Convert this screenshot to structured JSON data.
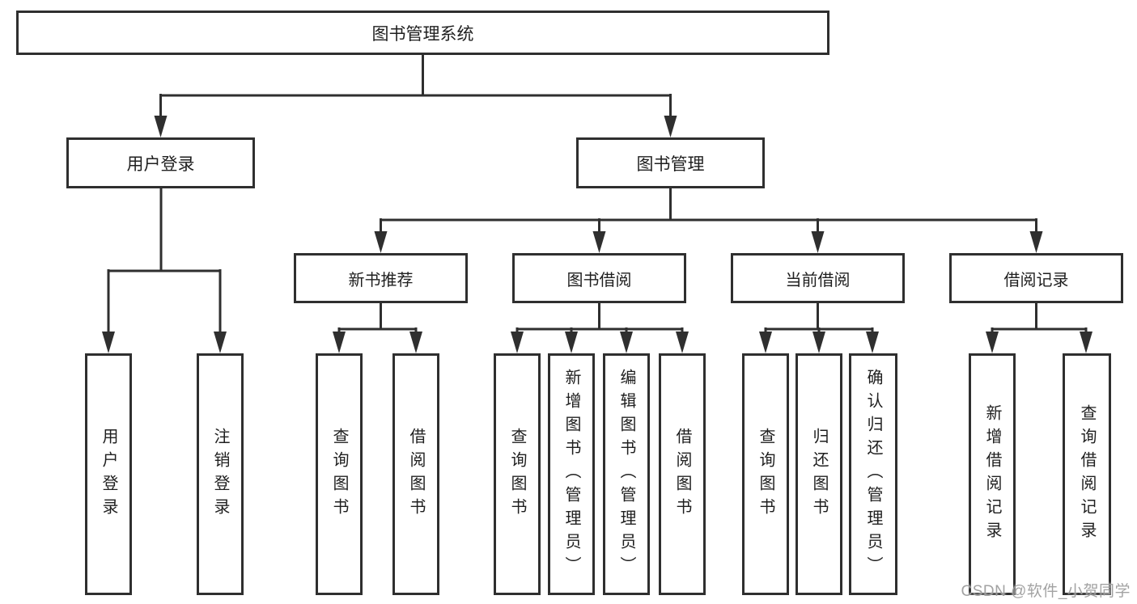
{
  "colors": {
    "line": "#2f2f2f",
    "box_border": "#2f2f2f",
    "box_fill": "#ffffff",
    "text": "#1f1f1f",
    "watermark": "#9a9a9a"
  },
  "tree": {
    "root": {
      "label": "图书管理系统"
    },
    "level2": [
      {
        "label": "用户登录",
        "children": [
          {
            "label": "用户登录"
          },
          {
            "label": "注销登录"
          }
        ]
      },
      {
        "label": "图书管理",
        "children": [
          {
            "label": "新书推荐",
            "children": [
              {
                "label": "查询图书"
              },
              {
                "label": "借阅图书"
              }
            ]
          },
          {
            "label": "图书借阅",
            "children": [
              {
                "label": "查询图书"
              },
              {
                "label": "新增图书（管理员）"
              },
              {
                "label": "编辑图书（管理员）"
              },
              {
                "label": "借阅图书"
              }
            ]
          },
          {
            "label": "当前借阅",
            "children": [
              {
                "label": "查询图书"
              },
              {
                "label": "归还图书"
              },
              {
                "label": "确认归还（管理员）"
              }
            ]
          },
          {
            "label": "借阅记录",
            "children": [
              {
                "label": "新增借阅记录"
              },
              {
                "label": "查询借阅记录"
              }
            ]
          }
        ]
      }
    ]
  },
  "watermark": {
    "text": "CSDN @软件_小贺同学"
  }
}
